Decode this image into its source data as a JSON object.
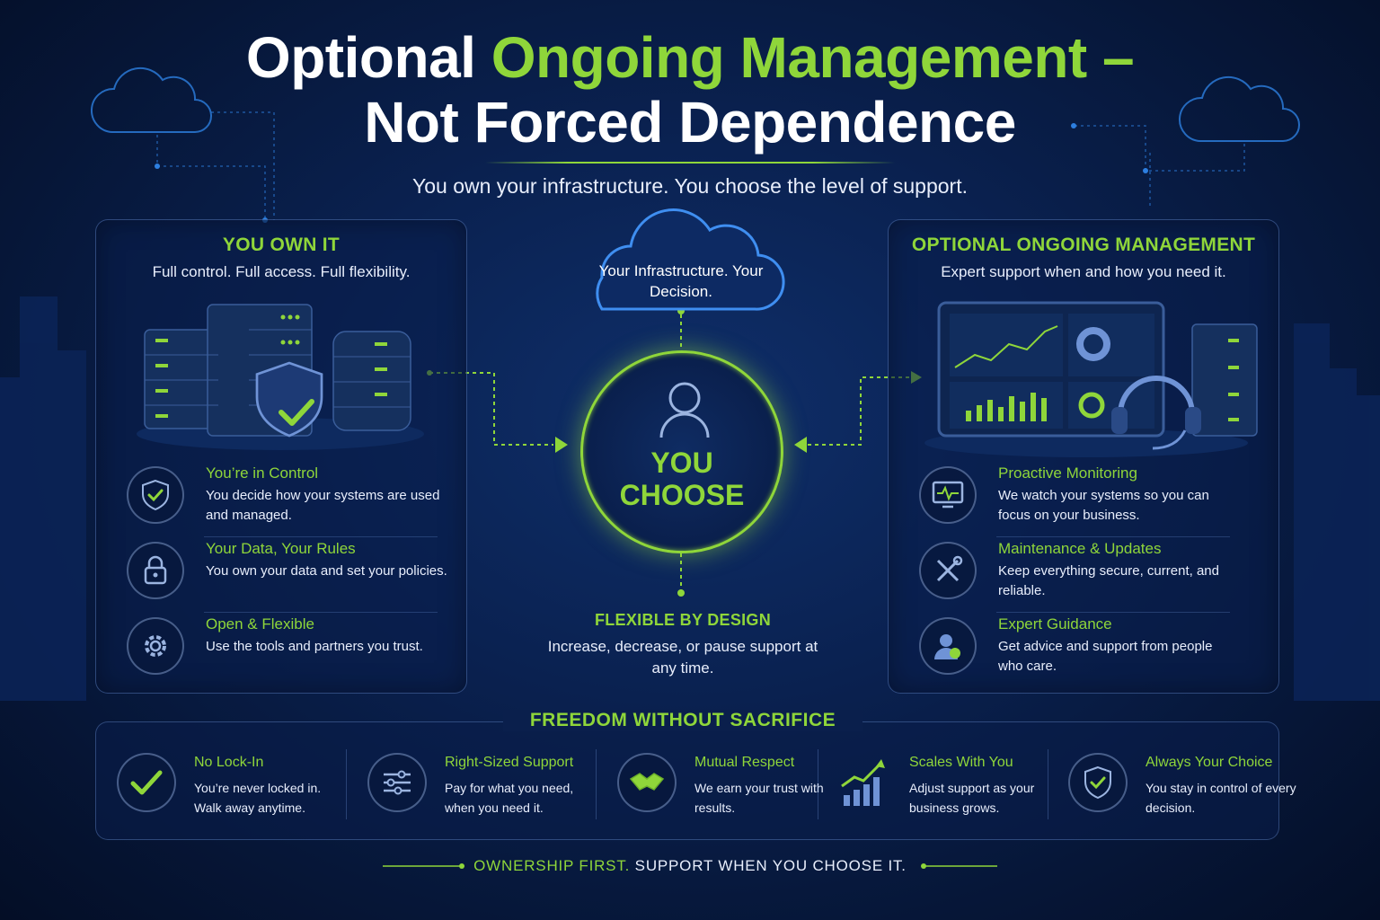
{
  "title": {
    "line1_white": "Optional ",
    "line1_green": "Ongoing Management –",
    "line2": "Not Forced Dependence"
  },
  "subtitle": "You own your infrastructure. You choose the level of support.",
  "left_panel": {
    "heading": "YOU OWN IT",
    "subheading": "Full control. Full access. Full flexibility.",
    "features": [
      {
        "title": "You’re in Control",
        "desc": "You decide how your systems are used and managed.",
        "icon": "shield-check-icon"
      },
      {
        "title": "Your Data, Your Rules",
        "desc": "You own your data and set your policies.",
        "icon": "lock-icon"
      },
      {
        "title": "Open & Flexible",
        "desc": "Use the tools and partners you trust.",
        "icon": "gear-icon"
      }
    ]
  },
  "center": {
    "cloud_text": "Your Infrastructure. Your Decision.",
    "choose_line1": "YOU",
    "choose_line2": "CHOOSE",
    "flex_title": "FLEXIBLE BY DESIGN",
    "flex_desc": "Increase, decrease, or pause support at any time."
  },
  "right_panel": {
    "heading": "OPTIONAL ONGOING MANAGEMENT",
    "subheading": "Expert support when and how you need it.",
    "features": [
      {
        "title": "Proactive Monitoring",
        "desc": "We watch your systems so you can focus on your business.",
        "icon": "monitor-pulse-icon"
      },
      {
        "title": "Maintenance & Updates",
        "desc": "Keep everything secure, current, and reliable.",
        "icon": "tools-icon"
      },
      {
        "title": "Expert Guidance",
        "desc": "Get advice and support from people who care.",
        "icon": "support-person-icon"
      }
    ]
  },
  "bottom": {
    "title": "FREEDOM WITHOUT SACRIFICE",
    "items": [
      {
        "title": "No Lock-In",
        "desc": "You’re never locked in. Walk away anytime.",
        "icon": "check-icon"
      },
      {
        "title": "Right-Sized Support",
        "desc": "Pay for what you need, when you need it.",
        "icon": "sliders-icon"
      },
      {
        "title": "Mutual Respect",
        "desc": "We earn your trust with results.",
        "icon": "handshake-icon"
      },
      {
        "title": "Scales With You",
        "desc": "Adjust support as your business grows.",
        "icon": "growth-chart-icon"
      },
      {
        "title": "Always Your Choice",
        "desc": "You stay in control of every decision.",
        "icon": "shield-check-icon"
      }
    ]
  },
  "footer": {
    "green": "OWNERSHIP FIRST.",
    "white": " SUPPORT WHEN YOU CHOOSE IT."
  },
  "colors": {
    "accent": "#8fd63a",
    "background": "#0a2150",
    "text": "#ffffff"
  }
}
